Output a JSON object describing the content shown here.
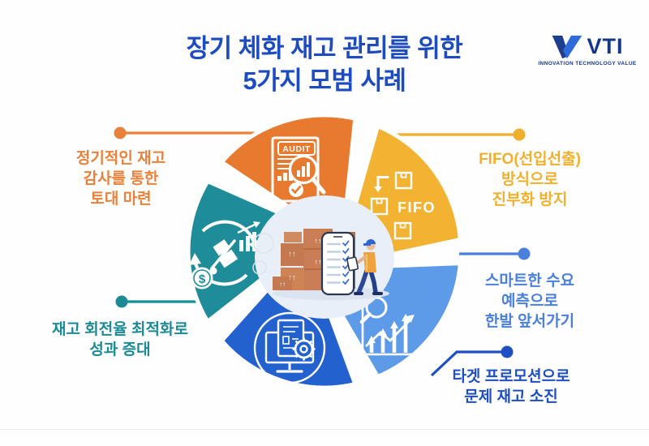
{
  "title": {
    "line1": "장기 체화 재고 관리를 위한",
    "line2": "5가지 모범 사례",
    "color": "#1d4cc0"
  },
  "logo": {
    "text": "VTI",
    "tagline": "INNOVATION TECHNOLOGY VALUE",
    "colors": {
      "dark": "#1c3e8c",
      "light": "#2f6bd8",
      "text": "#16368c"
    }
  },
  "practices": [
    {
      "id": "regular-audit",
      "position": "top-left",
      "label_lines": [
        "정기적인 재고",
        "감사를 통한",
        "토대 마련"
      ],
      "color": "#e8813b",
      "segment_color": "#e87a2f",
      "icon": "audit-report-icon"
    },
    {
      "id": "fifo-method",
      "position": "top-right",
      "label_lines": [
        "FIFO(선입선출)",
        "방식으로",
        "진부화 방지"
      ],
      "color": "#f0b02c",
      "segment_color": "#f2b232",
      "icon": "fifo-boxes-icon"
    },
    {
      "id": "smart-forecast",
      "position": "right",
      "label_lines": [
        "스마트한 수요",
        "예측으로",
        "한발 앞서가기"
      ],
      "color": "#4a80dc",
      "segment_color": "#5d9be8",
      "icon": "demand-forecast-chart-icon"
    },
    {
      "id": "target-promotion",
      "position": "bottom-right",
      "label_lines": [
        "타겟 프로모션으로",
        "문제 재고 소진"
      ],
      "color": "#1e4fc2",
      "segment_color": "#2361ce",
      "icon": "monitor-gear-icon"
    },
    {
      "id": "turnover-optimization",
      "position": "left",
      "label_lines": [
        "재고 회전율 최적화로",
        "성과 증대"
      ],
      "color": "#1b8a97",
      "segment_color": "#1f8c99",
      "icon": "inventory-turnover-cycle-icon"
    }
  ],
  "wheel_icon_texts": {
    "audit": "AUDIT",
    "fifo": "FIFO",
    "dollar": "$"
  }
}
